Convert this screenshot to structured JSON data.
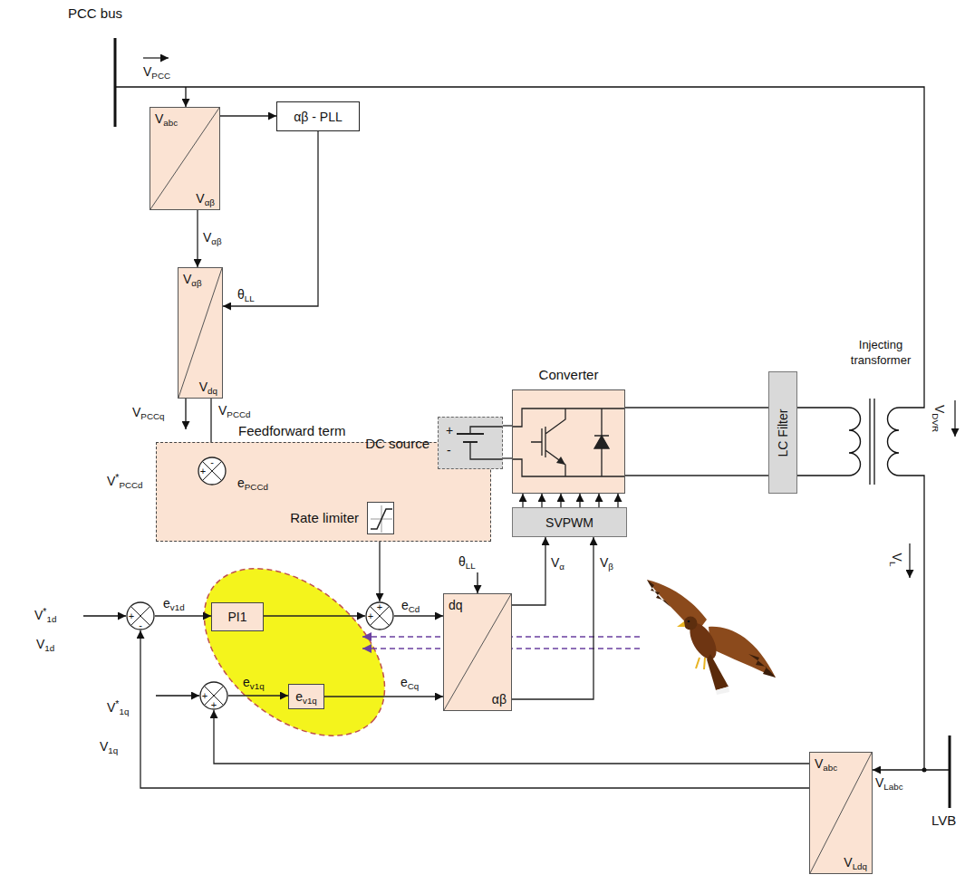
{
  "diagram": {
    "nodes": [
      {
        "text": [
          "Vabc",
          "Vαβ"
        ]
      },
      {
        "text": [
          "αβ - PLL"
        ]
      },
      {
        "text": [
          "Vαβ",
          "Vdq"
        ]
      },
      {
        "text": [
          "Feedforward term"
        ]
      },
      {
        "text": [
          "+",
          "-"
        ],
        "in": 3
      },
      {
        "text": [
          "Rate limiter"
        ],
        "in": 3
      },
      {
        "text": [
          "+",
          "-"
        ]
      },
      {
        "text": [
          "PI1"
        ]
      },
      {
        "text": [
          "+",
          "+"
        ]
      },
      {
        "text": [
          "+",
          "+"
        ]
      },
      {
        "text": [
          "ev1q"
        ]
      },
      {
        "text": [
          "dq",
          "αβ"
        ]
      },
      {
        "text": [
          "SVPWM"
        ]
      },
      {
        "text": [
          "Converter"
        ]
      },
      {
        "text": [
          "DC source",
          "+",
          "-"
        ]
      },
      {
        "text": [
          "LC Filter"
        ]
      },
      {
        "text": [
          "Vabc",
          "VLdq"
        ]
      }
    ],
    "edges": [
      {
        "from": 0,
        "to": 1,
        "arrow": "to"
      },
      {
        "from": 0,
        "to": 2,
        "arrow": "to",
        "label": "Vαβ"
      },
      {
        "from": 1,
        "to": 2,
        "arrow": "to",
        "label": "θLL"
      },
      {
        "from": 2,
        "to": 4,
        "arrow": "to",
        "label": "VPCCd"
      },
      {
        "from": 4,
        "to": 5,
        "arrow": "to",
        "label": "ePCCd"
      },
      {
        "from": 5,
        "to": 8,
        "arrow": "to"
      },
      {
        "from": 6,
        "to": 7,
        "arrow": "to",
        "label": "ev1d"
      },
      {
        "from": 7,
        "to": 8,
        "arrow": "to"
      },
      {
        "from": 8,
        "to": 11,
        "arrow": "to",
        "label": "eCd"
      },
      {
        "from": 16,
        "to": 6,
        "arrow": "to",
        "label": "V1d"
      },
      {
        "from": 16,
        "to": 9,
        "arrow": "to",
        "label": "V1q"
      },
      {
        "from": 9,
        "to": 10,
        "arrow": "to",
        "label": "ev1q"
      },
      {
        "from": 10,
        "to": 11,
        "arrow": "to",
        "label": "eCq"
      },
      {
        "from": 11,
        "to": 12,
        "arrow": "to",
        "label": "Vα"
      },
      {
        "from": 11,
        "to": 12,
        "arrow": "to",
        "label": "Vβ"
      },
      {
        "from": 12,
        "to": 13,
        "arrow": "to"
      },
      {
        "from": 12,
        "to": 13,
        "arrow": "to"
      },
      {
        "from": 12,
        "to": 13,
        "arrow": "to"
      },
      {
        "from": 12,
        "to": 13,
        "arrow": "to"
      },
      {
        "from": 12,
        "to": 13,
        "arrow": "to"
      },
      {
        "from": 12,
        "to": 13,
        "arrow": "to"
      },
      {
        "from": 14,
        "to": 13,
        "arrow": "none"
      },
      {
        "from": 14,
        "to": 13,
        "arrow": "none"
      },
      {
        "from": 13,
        "to": 15,
        "arrow": "none"
      },
      {
        "from": 13,
        "to": 15,
        "arrow": "none"
      }
    ],
    "labels": [
      "PCC bus",
      "VPCC",
      "VPCCq",
      "V*PCCd",
      "V*1d",
      "V*1q",
      "θLL",
      "Injecting transformer",
      "VDVR",
      "VL",
      "VLabc",
      "LVB"
    ]
  }
}
